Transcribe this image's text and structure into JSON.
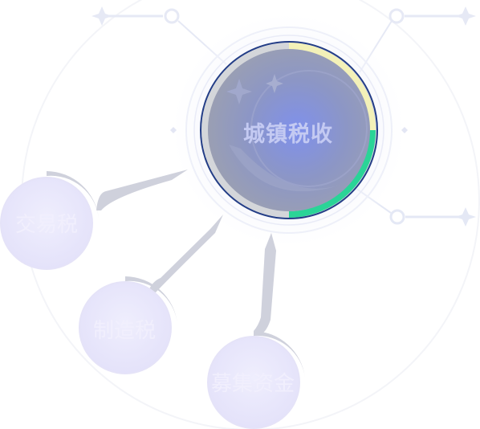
{
  "center": {
    "label": "城镇税收",
    "ring_colors": [
      "#d4d6da",
      "#f3f1b8",
      "#2ad497"
    ]
  },
  "nodes": [
    {
      "label": "交易税"
    },
    {
      "label": "制造税"
    },
    {
      "label": "募集资金"
    }
  ],
  "colors": {
    "node_fill": "#ebe9fc",
    "connector": "#cfd1dc",
    "center_fill": "#8f97b8",
    "center_glow": "#7e8ee8",
    "outline": "#233d86"
  }
}
